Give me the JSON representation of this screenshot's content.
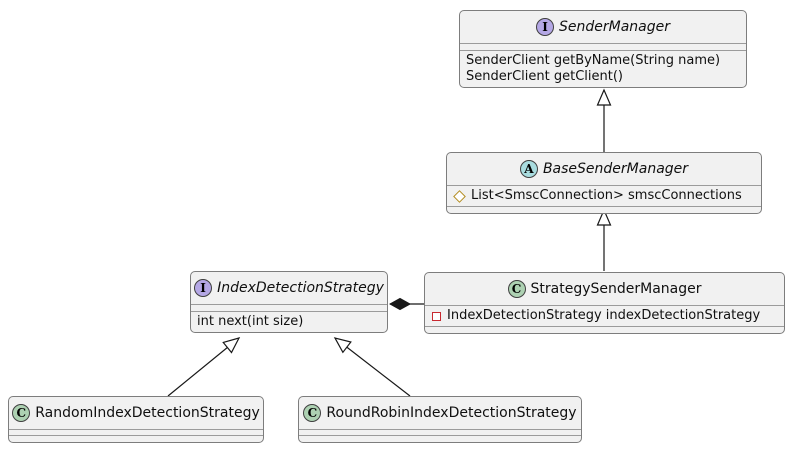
{
  "diagram": {
    "type": "uml-class-diagram",
    "colors": {
      "box_fill": "#F1F1F1",
      "box_border": "#7d7d7d",
      "interface_icon_fill": "#B4A7E5",
      "abstract_icon_fill": "#A9DCDF",
      "class_icon_fill": "#ADD1B2",
      "protected_member_icon": "#B38D22",
      "private_member_icon": "#C82930",
      "line_color": "#181818"
    },
    "nodes": [
      {
        "id": "SenderManager",
        "stereotype": "interface",
        "icon_letter": "I",
        "name": "SenderManager",
        "fields": [],
        "methods": [
          "SenderClient getByName(String name)",
          "SenderClient getClient()"
        ]
      },
      {
        "id": "BaseSenderManager",
        "stereotype": "abstract",
        "icon_letter": "A",
        "name": "BaseSenderManager",
        "fields": [
          {
            "visibility": "protected",
            "text": "List<SmscConnection> smscConnections"
          }
        ],
        "methods": []
      },
      {
        "id": "StrategySenderManager",
        "stereotype": "class",
        "icon_letter": "C",
        "name": "StrategySenderManager",
        "fields": [
          {
            "visibility": "private",
            "text": "IndexDetectionStrategy indexDetectionStrategy"
          }
        ],
        "methods": []
      },
      {
        "id": "IndexDetectionStrategy",
        "stereotype": "interface",
        "icon_letter": "I",
        "name": "IndexDetectionStrategy",
        "fields": [],
        "methods": [
          "int next(int size)"
        ]
      },
      {
        "id": "RandomIndexDetectionStrategy",
        "stereotype": "class",
        "icon_letter": "C",
        "name": "RandomIndexDetectionStrategy",
        "fields": [],
        "methods": []
      },
      {
        "id": "RoundRobinIndexDetectionStrategy",
        "stereotype": "class",
        "icon_letter": "C",
        "name": "RoundRobinIndexDetectionStrategy",
        "fields": [],
        "methods": []
      }
    ],
    "edges": [
      {
        "from": "BaseSenderManager",
        "to": "SenderManager",
        "type": "extension"
      },
      {
        "from": "StrategySenderManager",
        "to": "BaseSenderManager",
        "type": "extension"
      },
      {
        "from": "StrategySenderManager",
        "to": "IndexDetectionStrategy",
        "type": "composition"
      },
      {
        "from": "RandomIndexDetectionStrategy",
        "to": "IndexDetectionStrategy",
        "type": "extension"
      },
      {
        "from": "RoundRobinIndexDetectionStrategy",
        "to": "IndexDetectionStrategy",
        "type": "extension"
      }
    ]
  }
}
